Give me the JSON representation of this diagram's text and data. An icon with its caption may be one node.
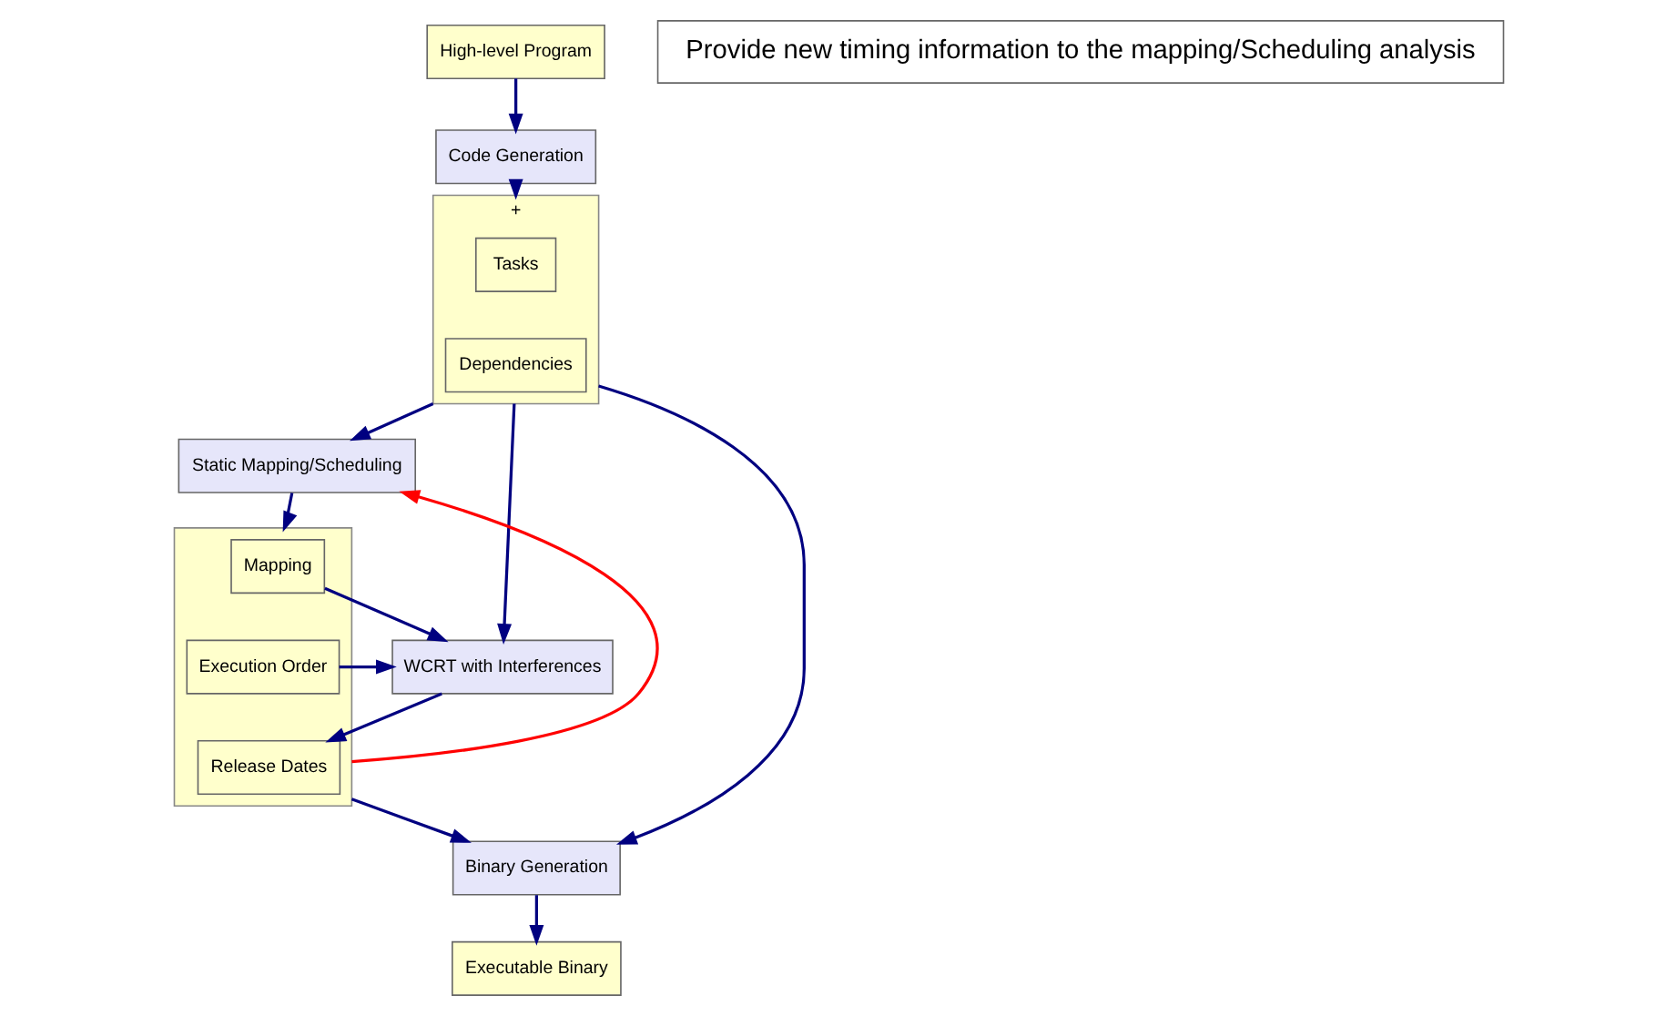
{
  "diagram": {
    "nodes": [
      {
        "text": [
          "High-level Program"
        ]
      },
      {
        "text": [
          "Code Generation"
        ]
      },
      {
        "text": [
          "+"
        ]
      },
      {
        "text": [
          "Tasks"
        ],
        "in": 2
      },
      {
        "text": [
          "Dependencies"
        ],
        "in": 2
      },
      {
        "text": [
          "Static Mapping/Scheduling"
        ]
      },
      {
        "text": [],
        "shape": "box"
      },
      {
        "text": [
          "Mapping"
        ],
        "in": 6
      },
      {
        "text": [
          "Execution Order"
        ],
        "in": 6
      },
      {
        "text": [
          "Release Dates"
        ],
        "in": 6
      },
      {
        "text": [
          "WCRT with Interferences"
        ]
      },
      {
        "text": [
          "Binary Generation"
        ]
      },
      {
        "text": [
          "Executable Binary"
        ]
      },
      {
        "text": [
          "Provide new timing information to the mapping/Scheduling analysis"
        ]
      }
    ],
    "edges": [
      {
        "from": 0,
        "to": 1,
        "arrow": "to"
      },
      {
        "from": 1,
        "to": 2,
        "arrow": "to"
      },
      {
        "from": 2,
        "to": 11,
        "arrow": "to"
      },
      {
        "from": 2,
        "to": 10,
        "arrow": "to"
      },
      {
        "from": 2,
        "to": 5,
        "arrow": "to"
      },
      {
        "from": 5,
        "to": 6,
        "arrow": "to"
      },
      {
        "from": 6,
        "to": 5,
        "arrow": "to",
        "color": "#ff0000"
      },
      {
        "from": 7,
        "to": 10,
        "arrow": "to"
      },
      {
        "from": 8,
        "to": 10,
        "arrow": "to"
      },
      {
        "from": 10,
        "to": 9,
        "arrow": "to"
      },
      {
        "from": 6,
        "to": 11,
        "arrow": "to"
      },
      {
        "from": 11,
        "to": 12,
        "arrow": "to"
      }
    ]
  }
}
